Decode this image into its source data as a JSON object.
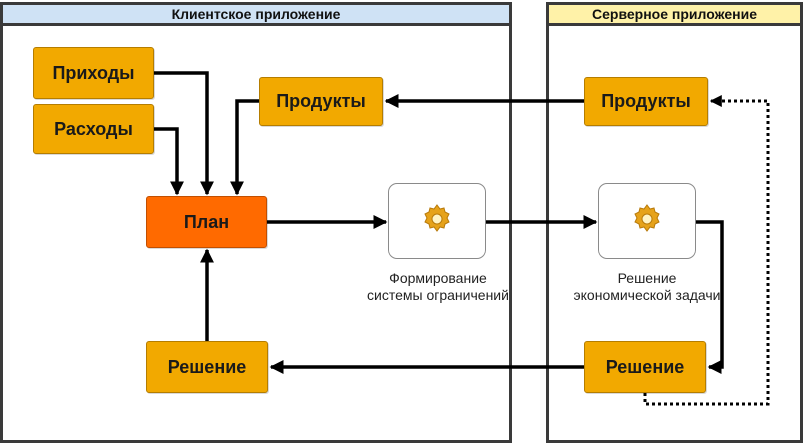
{
  "panels": {
    "client_title": "Клиентское приложение",
    "server_title": "Серверное приложение"
  },
  "client": {
    "income": "Приходы",
    "expenses": "Расходы",
    "products": "Продукты",
    "plan": "План",
    "solution": "Решение"
  },
  "server": {
    "products": "Продукты",
    "solution": "Решение"
  },
  "processes": {
    "constraints_label": "Формирование системы ограничений",
    "solve_label": "Решение экономической задачи",
    "icon": "gear-icon"
  },
  "colors": {
    "node": "#f2a900",
    "plan": "#ff6a00",
    "client_header": "#cfe2f5",
    "server_header": "#fff2a8"
  }
}
